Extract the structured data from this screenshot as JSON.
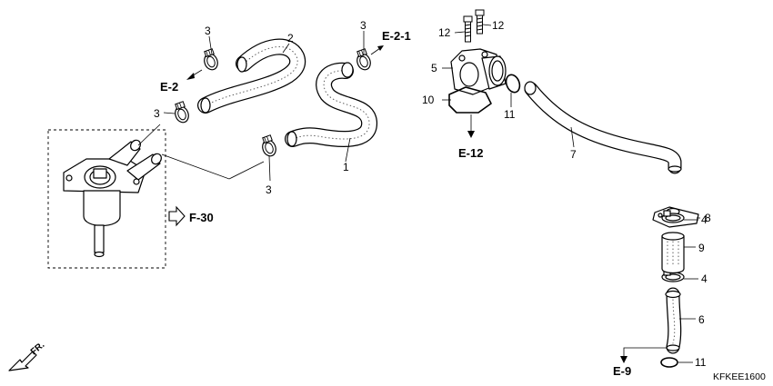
{
  "callouts": {
    "c1": "1",
    "c2": "2",
    "c3a": "3",
    "c3b": "3",
    "c3c": "3",
    "c3d": "3",
    "c4a": "4",
    "c4b": "4",
    "c5": "5",
    "c6": "6",
    "c7": "7",
    "c8": "8",
    "c9": "9",
    "c10": "10",
    "c11a": "11",
    "c11b": "11",
    "c12a": "12",
    "c12b": "12"
  },
  "refs": {
    "e2_1": "E-2-1",
    "e2": "E-2",
    "e12": "E-12",
    "f30": "F-30",
    "e9": "E-9"
  },
  "direction_label": "FR.",
  "diagram_code": "KFKEE1600"
}
